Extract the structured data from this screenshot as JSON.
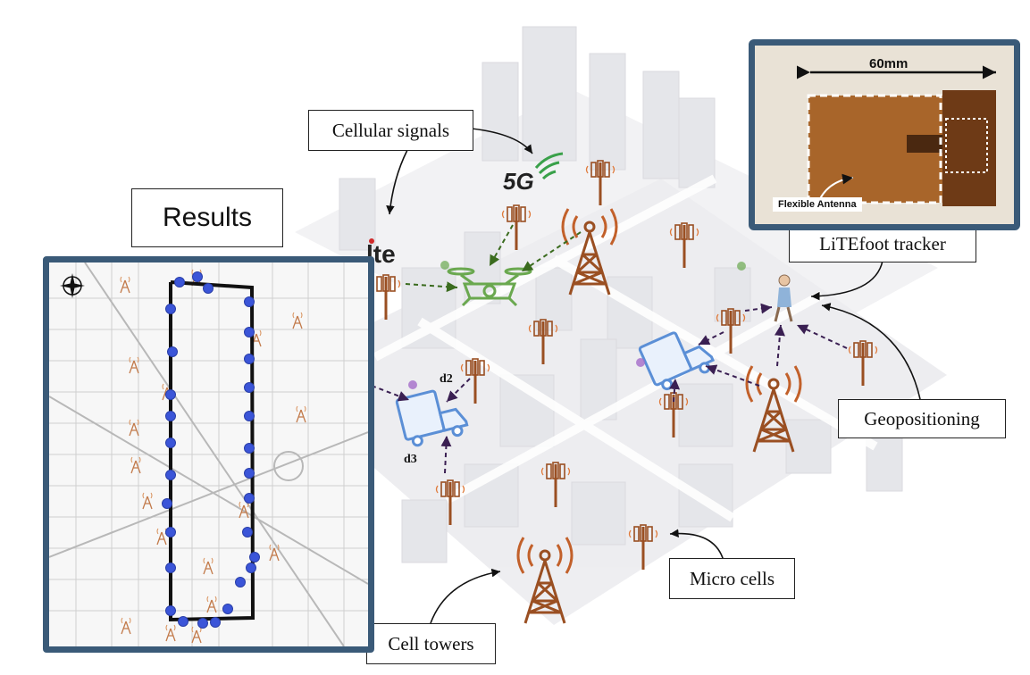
{
  "labels": {
    "results": "Results",
    "cellular_signals": "Cellular signals",
    "litefoot_tracker": "LiTEfoot tracker",
    "geopositioning": "Geopositioning",
    "micro_cells": "Micro cells",
    "cell_towers": "Cell towers",
    "flexible_antenna": "Flexible Antenna",
    "dimension": "60mm",
    "logo_5g": "5G",
    "logo_lte": "lte",
    "d1": "1",
    "d2": "d2",
    "d3": "d3"
  },
  "colors": {
    "frame": "#3a5a78",
    "tower": "#b5652b",
    "drone": "#6aa84f",
    "truck": "#5b8fd6",
    "route": "#111111",
    "route_points": "#3b55d8"
  },
  "icons": [
    "compass-icon",
    "drone-icon",
    "truck-icon",
    "cell-tower-icon",
    "micro-cell-icon",
    "person-icon"
  ]
}
